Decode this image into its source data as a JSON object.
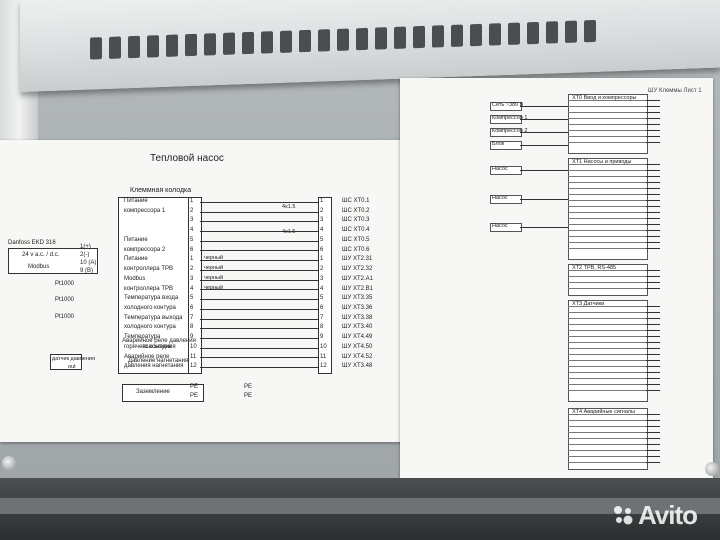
{
  "left_sheet": {
    "title": "Тепловой насос",
    "block_label": "Клеммная колодка",
    "controller": "Danfoss EKD 316",
    "power": "24 v a.c. / d.c.",
    "modbus": "Modbus",
    "pt1": "Pt1000",
    "pt2": "Pt1000",
    "pt3": "Pt1000",
    "sensor_in": "датчик давления",
    "out": "out",
    "cable1": "4x1.5",
    "cable2": "4x1.5",
    "rows": [
      {
        "num": "1",
        "label": "Питание"
      },
      {
        "num": "2",
        "label": "компрессора 1"
      },
      {
        "num": "3",
        "label": ""
      },
      {
        "num": "4",
        "label": ""
      },
      {
        "num": "5",
        "label": "Питание"
      },
      {
        "num": "6",
        "label": "компрессора 2"
      },
      {
        "num": "1",
        "label": "Питание"
      },
      {
        "num": "2",
        "label": "контроллера ТРВ"
      },
      {
        "num": "3",
        "label": "Modbus"
      },
      {
        "num": "4",
        "label": "контроллера ТРВ"
      },
      {
        "num": "5",
        "label": "Температура входа"
      },
      {
        "num": "6",
        "label": "холодного контура"
      },
      {
        "num": "7",
        "label": "Температура выхода"
      },
      {
        "num": "8",
        "label": "холодного контура"
      },
      {
        "num": "9",
        "label": "Температура"
      },
      {
        "num": "10",
        "label": "горячего контура"
      },
      {
        "num": "11",
        "label": "Аварийное реле"
      },
      {
        "num": "12",
        "label": "давления нагнетания"
      }
    ],
    "ctrl_pins": [
      "1(+)",
      "2(-)",
      "10 (A)",
      "9 (B)"
    ],
    "wire_notes": [
      "черный",
      "черный",
      "черный",
      "черный"
    ],
    "emerg_suction": "Аварийное реле давления всасывания",
    "pressure": "Давление нагнетания",
    "ground": "Заземление",
    "pe1": "PE",
    "pe2": "PE",
    "pe_out": "PE",
    "pe_out2": "PE",
    "outputs": [
      "ШС XT0.1",
      "ШС XT0.2",
      "ШС XT0.3",
      "ШС XT0.4",
      "ШС XT0.5",
      "ШС XT0.6",
      "ШУ XT2.31",
      "ШУ XT2.32",
      "ШУ XT2.A1",
      "ШУ XT2.B1",
      "ШУ XT3.35",
      "ШУ XT3.36",
      "ШУ XT3.38",
      "ШУ XT3.40",
      "ШУ XT4.49",
      "ШУ XT4.50",
      "ШУ XT4.52",
      "ШУ XT3.48"
    ],
    "out_nums": [
      "1",
      "2",
      "3",
      "4",
      "5",
      "6",
      "1",
      "2",
      "3",
      "4",
      "5",
      "6",
      "7",
      "8",
      "9",
      "10",
      "11",
      "12"
    ]
  },
  "right_sheet": {
    "title": "ШУ Клеммы Лист 1",
    "sec1": "XT0 Ввод и компрессоры",
    "sec1_rows": [
      "Сеть ~380 В",
      "Компрессор 1",
      "Компрессор 2",
      "Блок"
    ],
    "sec2": "XT1 Насосы и приводы",
    "sec2_rows": [
      "Насос",
      "Насос",
      "Насос"
    ],
    "sec3": "XT2 ТРВ, RS-485",
    "sec4": "XT3 Датчики",
    "sec5": "XT4 Аварийные сигналы"
  },
  "watermark": "Avito"
}
